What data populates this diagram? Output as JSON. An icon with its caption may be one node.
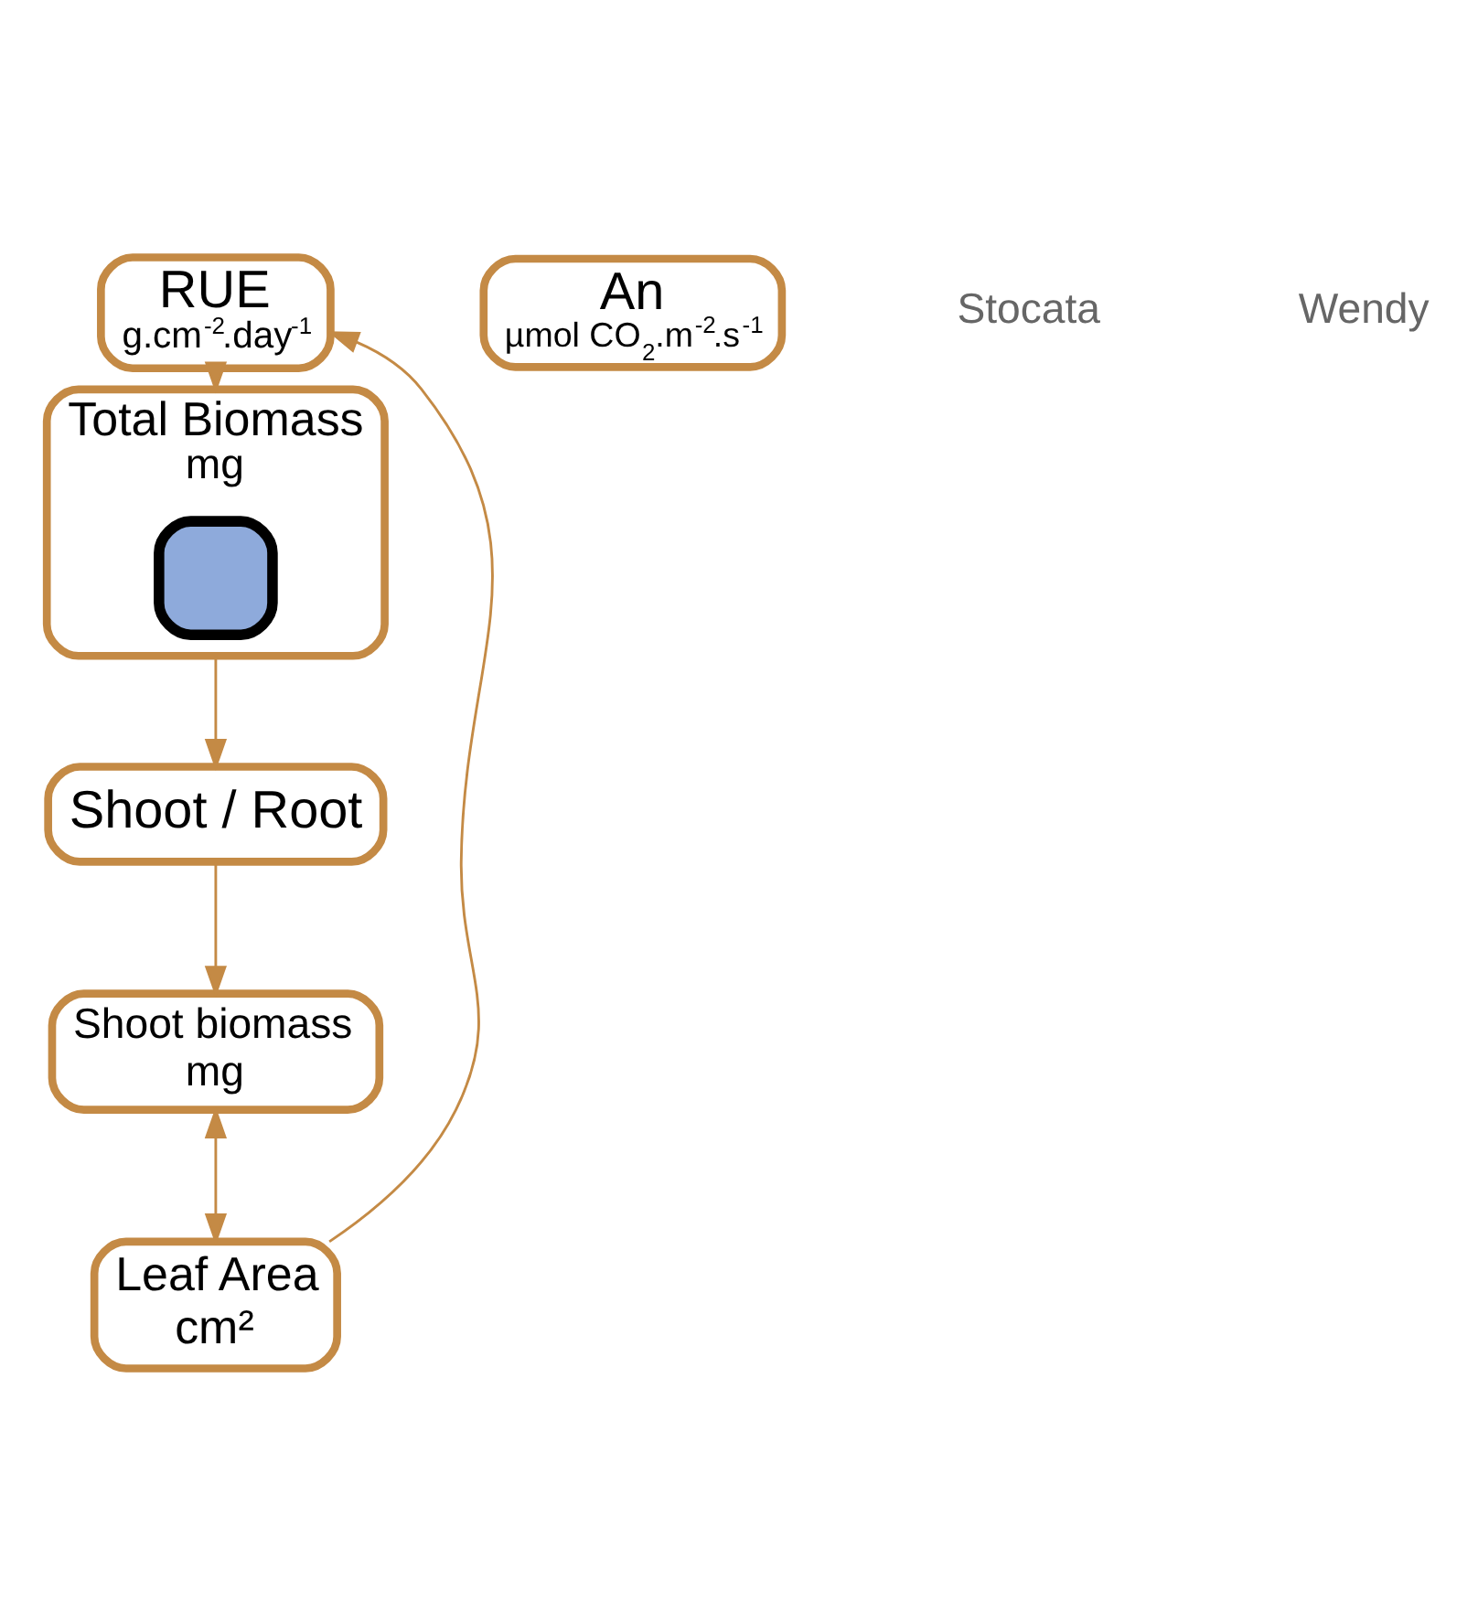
{
  "diagram": {
    "nodes": [
      {
        "text": [
          "Total Biomass",
          "mg"
        ]
      },
      {
        "text": [],
        "shape": "box",
        "in": 0
      },
      {
        "text": [
          "RUE",
          "g.cm$^{-2}$.day$^{-1}$"
        ]
      },
      {
        "text": [
          "Shoot / Root"
        ]
      },
      {
        "text": [
          "An",
          "µmol CO$_{2}$.m$^{-2}$.s$^{-1}$"
        ]
      },
      {
        "text": [
          "Shoot biomass",
          "mg"
        ]
      },
      {
        "text": [
          "Leaf Area",
          "cm²"
        ]
      }
    ],
    "edges": [
      {
        "from": 2,
        "to": 0,
        "arrow": "to"
      },
      {
        "from": 0,
        "to": 3,
        "arrow": "to"
      },
      {
        "from": 3,
        "to": 5,
        "arrow": "to"
      },
      {
        "from": 5,
        "to": 6,
        "arrow": "both"
      },
      {
        "from": 6,
        "to": 2,
        "arrow": "to"
      }
    ],
    "labels": [
      "Stocata",
      "Wendy"
    ]
  }
}
